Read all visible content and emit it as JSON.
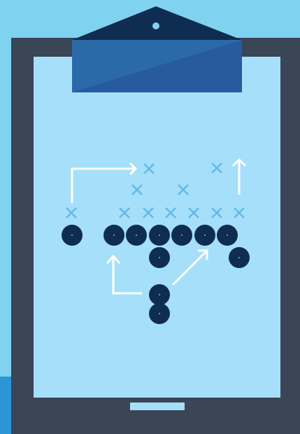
{
  "colors": {
    "sky": "#7fd3f1",
    "board": "#3a4555",
    "paper": "#a6dff9",
    "clip_dark": "#0f2d50",
    "clip_plate": "#2a6aa8",
    "marker_x": "#63b9e8",
    "player_o": "#0f2d50",
    "route": "#ffffff"
  },
  "icons": {
    "clipboard": "clipboard-icon",
    "defender": "x-marker-icon",
    "offense": "o-marker-icon",
    "route": "route-arrow-icon"
  },
  "play": {
    "defenders_count": 11,
    "offense_count": 11,
    "routes_count": 4
  }
}
